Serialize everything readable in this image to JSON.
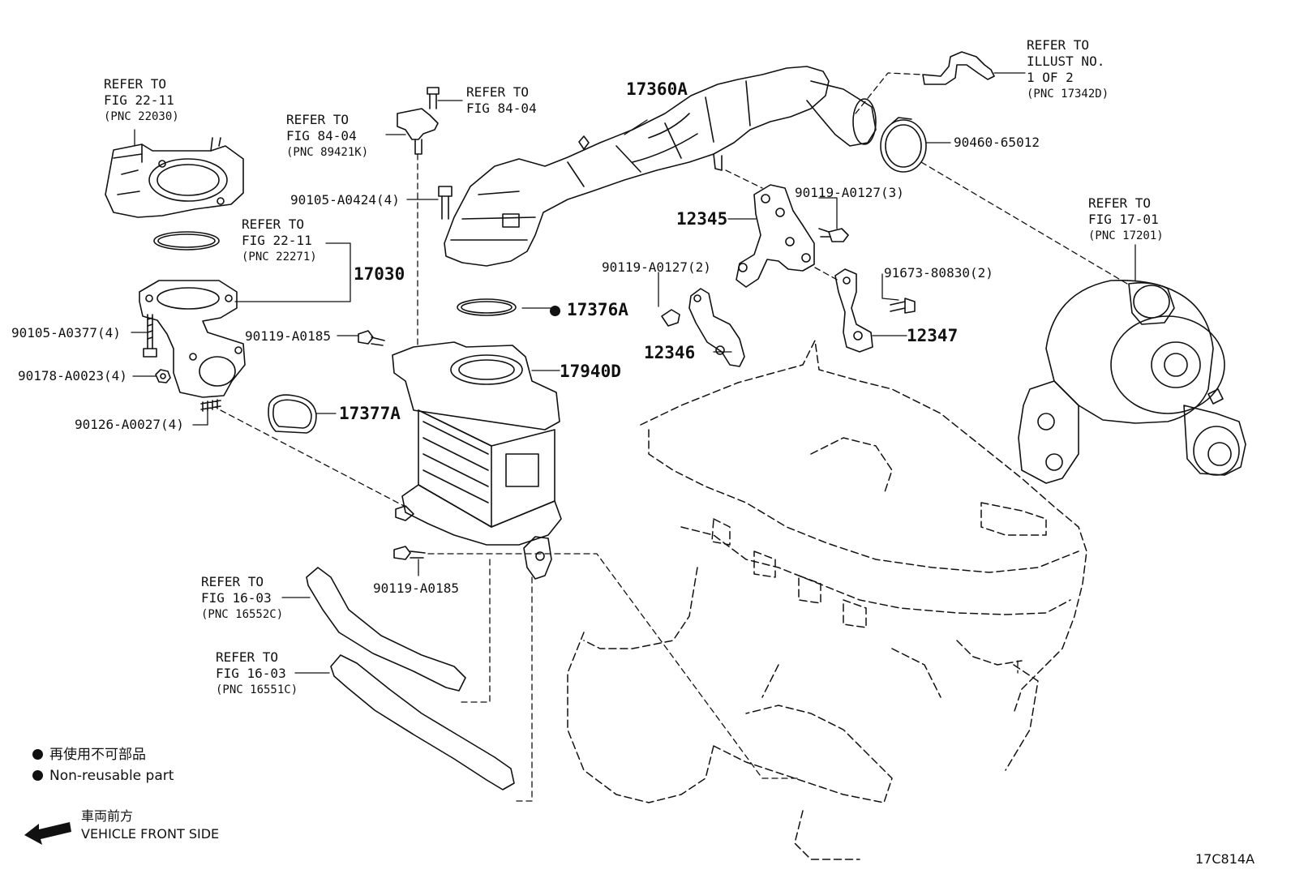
{
  "refs": {
    "throttle_body": [
      "REFER TO",
      "FIG 22-11",
      "(PNC 22030)"
    ],
    "gasket_22271": [
      "REFER TO",
      "FIG 22-11",
      "(PNC 22271)"
    ],
    "sensor_84_04_left": [
      "REFER TO",
      "FIG 84-04",
      "(PNC 89421K)"
    ],
    "sensor_84_04_top": [
      "REFER TO",
      "FIG 84-04"
    ],
    "illust": [
      "REFER TO",
      "ILLUST NO.",
      "1 OF 2",
      "(PNC 17342D)"
    ],
    "turbo": [
      "REFER TO",
      "FIG 17-01",
      "(PNC 17201)"
    ],
    "hose_16552c": [
      "REFER TO",
      "FIG 16-03",
      "(PNC 16552C)"
    ],
    "hose_16551c": [
      "REFER TO",
      "FIG 16-03",
      "(PNC 16551C)"
    ]
  },
  "parts": {
    "p17360A": "17360A",
    "p90460": "90460-65012",
    "p90105_0424": "90105-A0424(4)",
    "p90119_0127_3": "90119-A0127(3)",
    "p12345": "12345",
    "p90119_0127_2": "90119-A0127(2)",
    "p91673": "91673-80830(2)",
    "p17030": "17030",
    "p17376A": "17376A",
    "p12346": "12346",
    "p12347": "12347",
    "p90105_0377": "90105-A0377(4)",
    "p90119_0185_a": "90119-A0185",
    "p17940D": "17940D",
    "p90178": "90178-A0023(4)",
    "p90126": "90126-A0027(4)",
    "p17377A": "17377A",
    "p90119_0185_b": "90119-A0185"
  },
  "legend": {
    "jp_nonreusable": "再使用不可部品",
    "en_nonreusable": "Non-reusable part",
    "jp_front": "車両前方",
    "en_front": "VEHICLE FRONT SIDE"
  },
  "figure_id": "17C814A"
}
